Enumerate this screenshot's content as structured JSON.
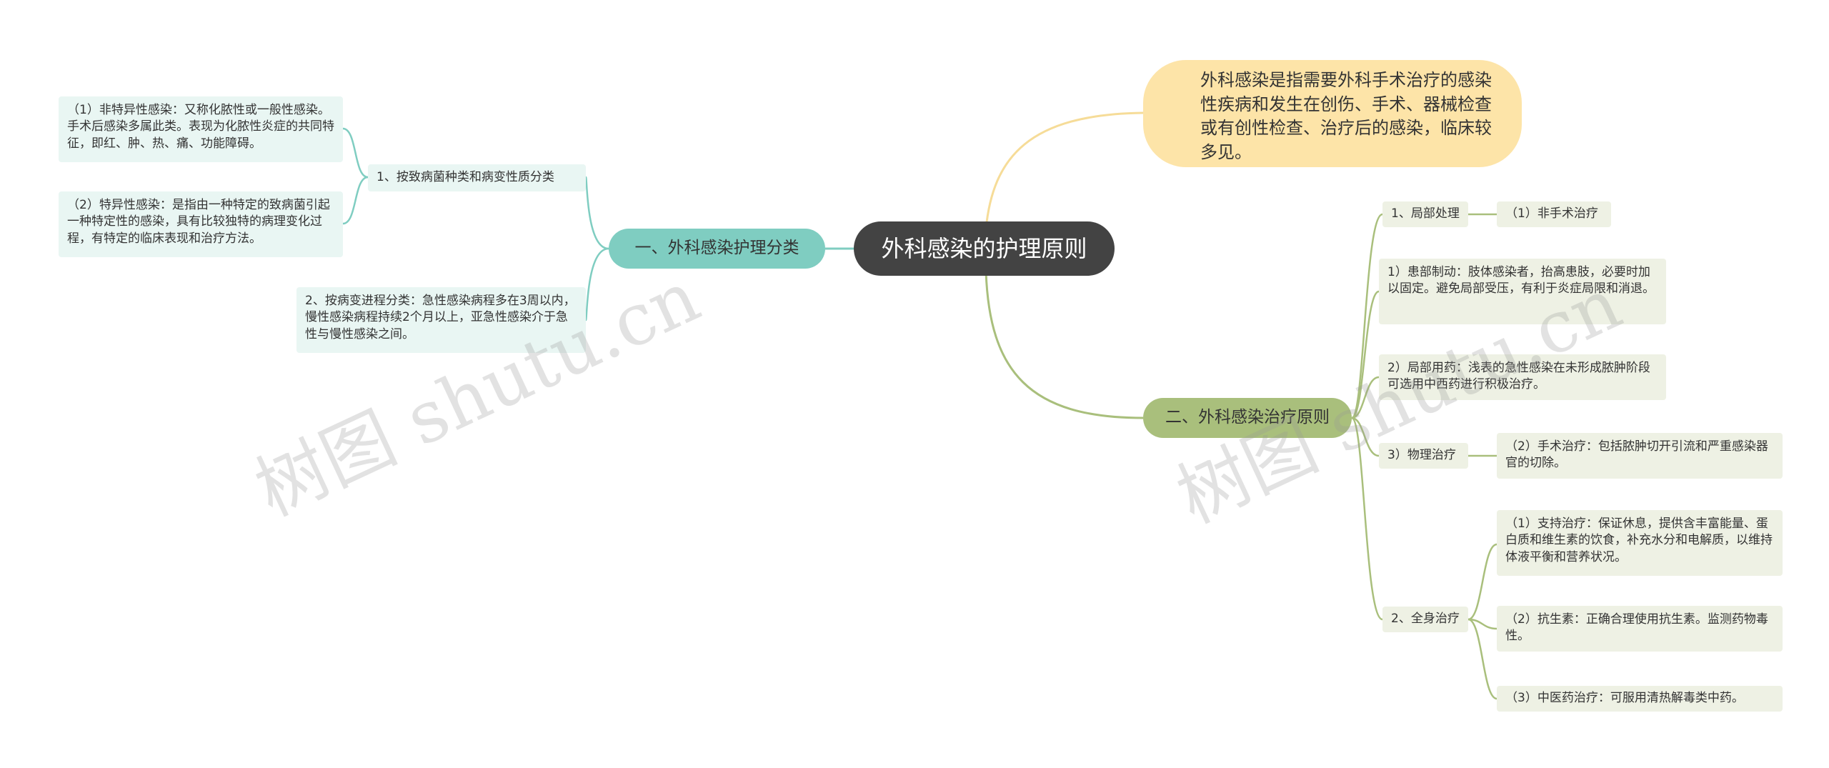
{
  "root": {
    "label": "外科感染的护理原则"
  },
  "definition": {
    "text": "外科感染是指需要外科手术治疗的感染性疾病和发生在创伤、手术、器械检查或有创性检查、治疗后的感染，临床较多见。"
  },
  "left_branch": {
    "label": "一、外科感染护理分类",
    "children": [
      {
        "label": "1、按致病菌种类和病变性质分类",
        "children": [
          {
            "text": "（1）非特异性感染：又称化脓性或一般性感染。手术后感染多属此类。表现为化脓性炎症的共同特征，即红、肿、热、痛、功能障碍。"
          },
          {
            "text": "（2）特异性感染：是指由一种特定的致病菌引起一种特定性的感染，具有比较独特的病理变化过程，有特定的临床表现和治疗方法。"
          }
        ]
      },
      {
        "label": "2、按病变进程分类：急性感染病程多在3周以内，慢性感染病程持续2个月以上，亚急性感染介于急性与慢性感染之间。"
      }
    ]
  },
  "right_branch": {
    "label": "二、外科感染治疗原则",
    "children": [
      {
        "label": "1、局部处理",
        "children": [
          {
            "text": "（1）非手术治疗"
          }
        ]
      },
      {
        "text": "1）患部制动：肢体感染者，抬高患肢，必要时加以固定。避免局部受压，有利于炎症局限和消退。"
      },
      {
        "text": "2）局部用药：浅表的急性感染在未形成脓肿阶段可选用中西药进行积极治疗。"
      },
      {
        "label": "3）物理治疗",
        "children": [
          {
            "text": "（2）手术治疗：包括脓肿切开引流和严重感染器官的切除。"
          }
        ]
      },
      {
        "label": "2、全身治疗",
        "children": [
          {
            "text": "（1）支持治疗：保证休息，提供含丰富能量、蛋白质和维生素的饮食，补充水分和电解质，以维持体液平衡和营养状况。"
          },
          {
            "text": "（2）抗生素：正确合理使用抗生素。监测药物毒性。"
          },
          {
            "text": "（3）中医药治疗：可服用清热解毒类中药。"
          }
        ]
      }
    ]
  },
  "watermarks": [
    "树图 shutu.cn",
    "树图 shutu.cn"
  ],
  "colors": {
    "root": "#434343",
    "left_branch": "#7fcdc1",
    "right_branch": "#a9bf7c",
    "definition": "#fde4a8",
    "left_leaf": "#e9f6f3",
    "right_leaf": "#eef1e4"
  }
}
